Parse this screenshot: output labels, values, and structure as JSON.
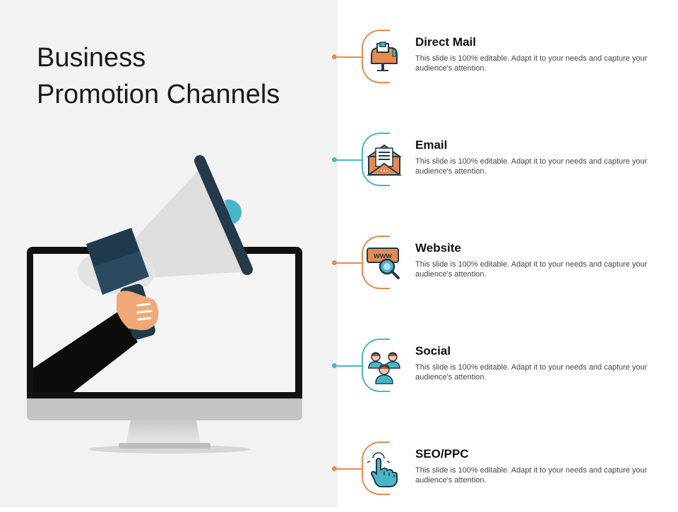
{
  "slide": {
    "title_line1": "Business",
    "title_line2": "Promotion Channels"
  },
  "colors": {
    "orange": "#e88a4e",
    "teal": "#4bb5c8",
    "navy": "#1f3a4d",
    "panel": "#f2f2f2"
  },
  "hero": {
    "illustration": "megaphone-in-monitor"
  },
  "channels": [
    {
      "heading": "Direct Mail",
      "description": "This slide is 100% editable. Adapt it to your needs and capture your audience's attention.",
      "icon": "mailbox-icon",
      "accent": "orange"
    },
    {
      "heading": "Email",
      "description": "This slide is 100% editable. Adapt it to your needs and capture your audience's attention.",
      "icon": "envelope-icon",
      "accent": "teal"
    },
    {
      "heading": "Website",
      "description": "This slide is 100% editable. Adapt it to your needs and capture your audience's attention.",
      "icon": "www-search-icon",
      "icon_text": "www",
      "accent": "orange"
    },
    {
      "heading": "Social",
      "description": "This slide is 100% editable. Adapt it to your needs and capture your audience's attention.",
      "icon": "people-icon",
      "accent": "teal"
    },
    {
      "heading": "SEO/PPC",
      "description": "This slide is 100% editable. Adapt it to your needs and capture your audience's attention.",
      "icon": "pointer-hand-icon",
      "accent": "orange"
    }
  ]
}
